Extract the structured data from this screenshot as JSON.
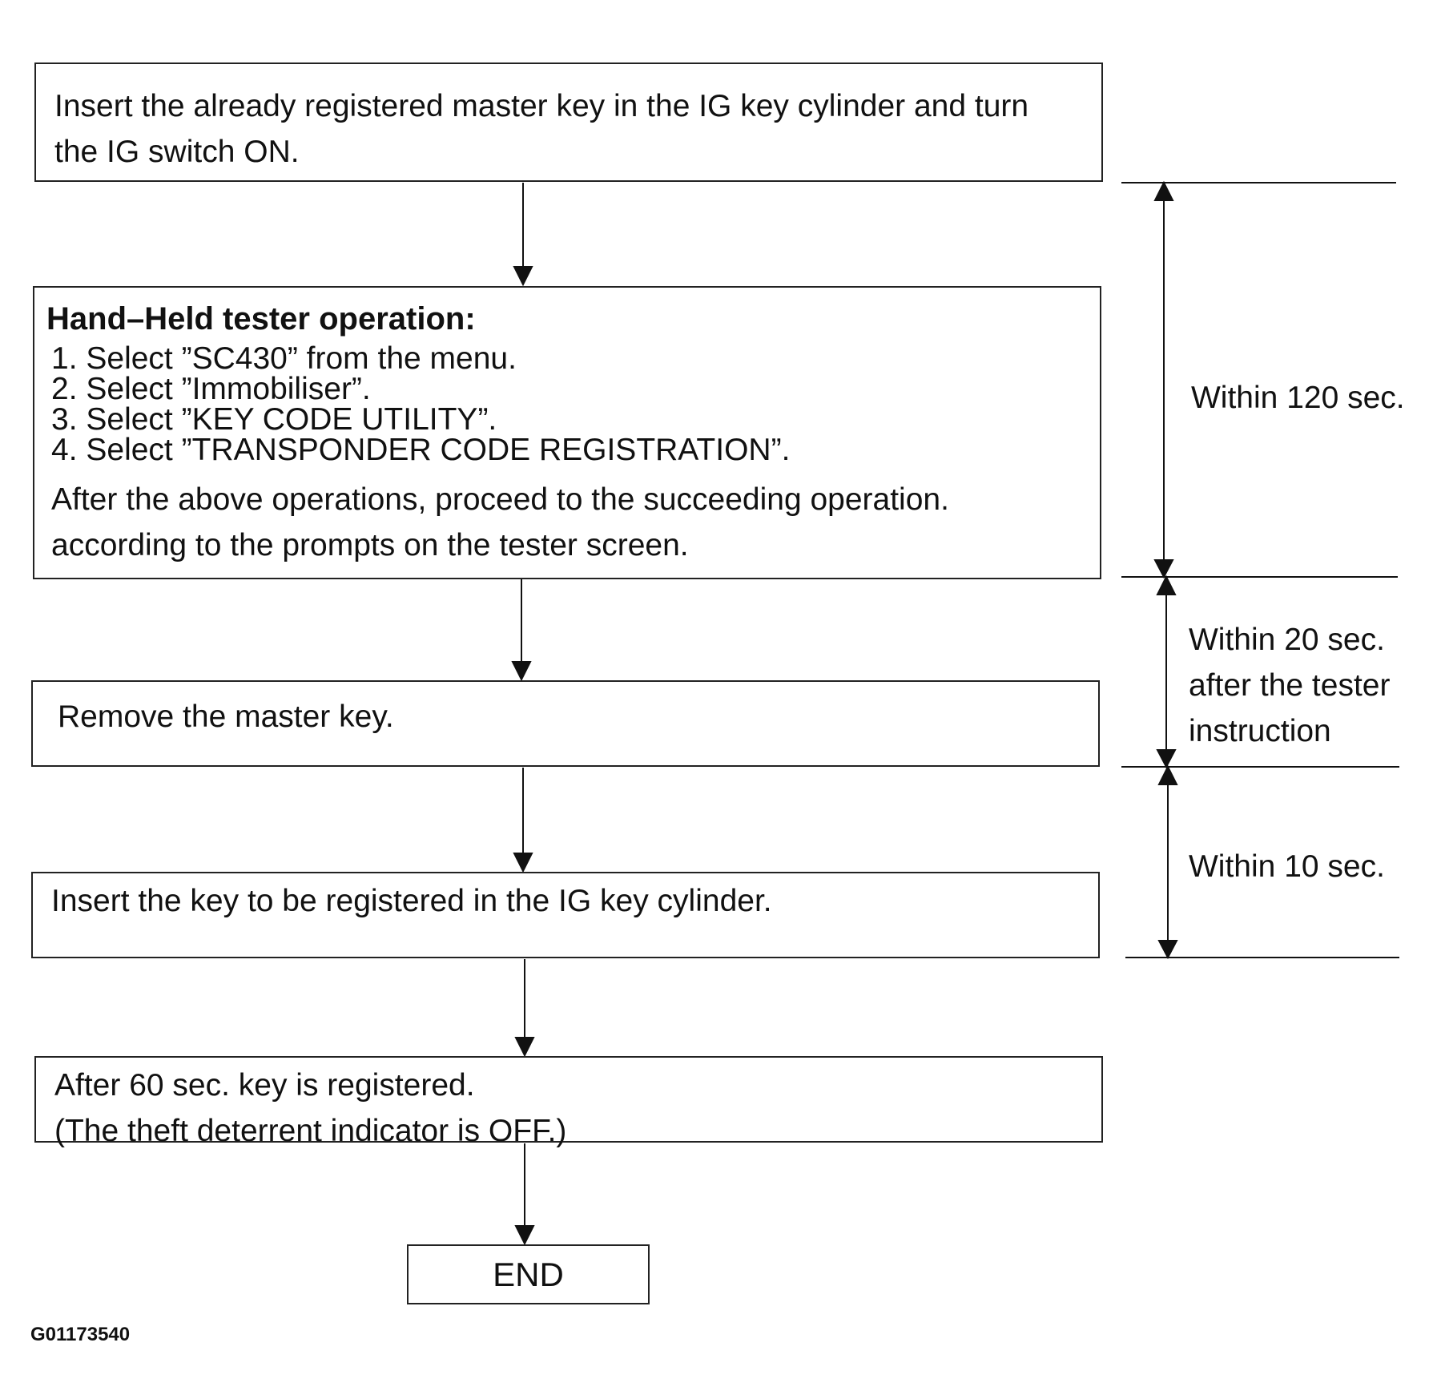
{
  "steps": {
    "step1": [
      "Insert the already registered master key in the IG key cylinder and turn",
      "the IG switch ON."
    ],
    "step2": {
      "title": "Hand–Held tester operation:",
      "items": [
        "1. Select ”SC430” from the menu.",
        "2. Select ”Immobiliser”.",
        "3. Select ”KEY CODE UTILITY”.",
        "4. Select ”TRANSPONDER CODE REGISTRATION”."
      ],
      "after": [
        "After the above operations, proceed to the succeeding operation.",
        "according to the prompts on the tester screen."
      ]
    },
    "step3": "Remove the master key.",
    "step4": "Insert the key to be registered in the IG key cylinder.",
    "step5": [
      "After 60 sec. key is registered.",
      "(The theft deterrent indicator is OFF.)"
    ],
    "end": "END"
  },
  "timing": {
    "t1": "Within 120 sec.",
    "t2": [
      "Within 20 sec.",
      "after the tester",
      "instruction"
    ],
    "t3": "Within 10 sec."
  },
  "figure_code": "G01173540"
}
